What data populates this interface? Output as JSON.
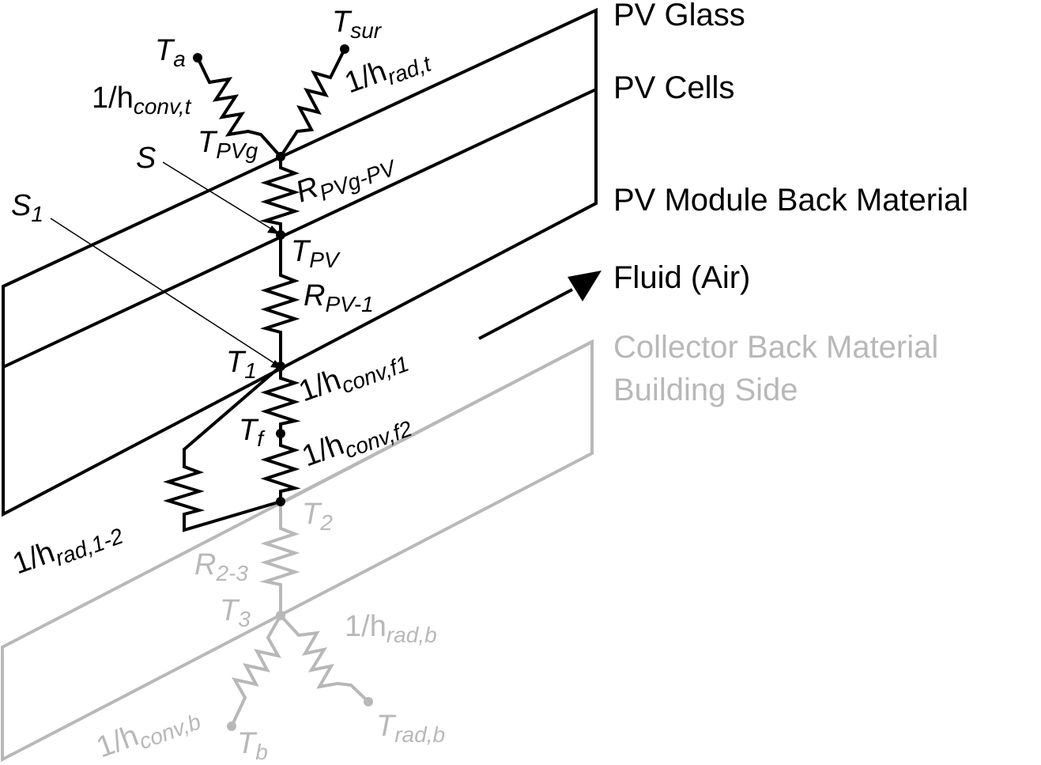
{
  "layers": {
    "pv_glass": "PV Glass",
    "pv_cells": "PV Cells",
    "pv_module_back": "PV Module Back Material",
    "fluid": "Fluid (Air)",
    "collector_back_line1": "Collector Back Material",
    "collector_back_line2": "Building Side"
  },
  "labels": {
    "ta": {
      "main": "T",
      "sub": "a"
    },
    "tsur": {
      "main": "T",
      "sub": "sur"
    },
    "h_conv_t": {
      "main": "1/h",
      "sub": "conv,t"
    },
    "h_rad_t": {
      "main": "1/h",
      "sub": "rad,t"
    },
    "t_pvg": {
      "main": "T",
      "sub": "PVg"
    },
    "s": {
      "main": "S"
    },
    "s1": {
      "main": "S",
      "sub": "1"
    },
    "r_pvg_pv": {
      "main": "R",
      "sub": "PVg-PV"
    },
    "t_pv": {
      "main": "T",
      "sub": "PV"
    },
    "r_pv_1": {
      "main": "R",
      "sub": "PV-1"
    },
    "t1": {
      "main": "T",
      "sub": "1"
    },
    "h_conv_f1": {
      "main": "1/h",
      "sub": "conv,f1"
    },
    "tf": {
      "main": "T",
      "sub": "f"
    },
    "h_conv_f2": {
      "main": "1/h",
      "sub": "conv,f2"
    },
    "h_rad_12": {
      "main": "1/h",
      "sub": "rad,1-2"
    },
    "t2": {
      "main": "T",
      "sub": "2"
    },
    "r_23": {
      "main": "R",
      "sub": "2-3"
    },
    "t3": {
      "main": "T",
      "sub": "3"
    },
    "h_rad_b": {
      "main": "1/h",
      "sub": "rad,b"
    },
    "h_conv_b": {
      "main": "1/h",
      "sub": "conv,b"
    },
    "tb": {
      "main": "T",
      "sub": "b"
    },
    "trad_b": {
      "main": "T",
      "sub": "rad,b"
    }
  },
  "colors": {
    "dark": "#000000",
    "gray": "#b8b8b8"
  }
}
